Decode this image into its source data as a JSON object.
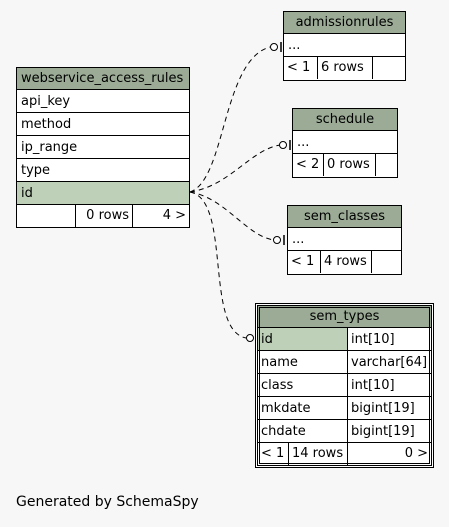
{
  "diagram": {
    "footer": "Generated by SchemaSpy",
    "tables": {
      "webservice_access_rules": {
        "name": "webservice_access_rules",
        "columns": [
          "api_key",
          "method",
          "ip_range",
          "type",
          "id"
        ],
        "stats": {
          "left": "",
          "rows": "0 rows",
          "right": "4 >"
        }
      },
      "admissionrules": {
        "name": "admissionrules",
        "ellipsis": "...",
        "stats": {
          "left": "< 1",
          "rows": "6 rows",
          "right": ""
        }
      },
      "schedule": {
        "name": "schedule",
        "ellipsis": "...",
        "stats": {
          "left": "< 2",
          "rows": "0 rows",
          "right": ""
        }
      },
      "sem_classes": {
        "name": "sem_classes",
        "ellipsis": "...",
        "stats": {
          "left": "< 1",
          "rows": "4 rows",
          "right": ""
        }
      },
      "sem_types": {
        "name": "sem_types",
        "columns": [
          {
            "name": "id",
            "type": "int[10]"
          },
          {
            "name": "name",
            "type": "varchar[64]"
          },
          {
            "name": "class",
            "type": "int[10]"
          },
          {
            "name": "mkdate",
            "type": "bigint[19]"
          },
          {
            "name": "chdate",
            "type": "bigint[19]"
          }
        ],
        "stats": {
          "left": "< 1",
          "rows": "14 rows",
          "right": "0 >"
        }
      }
    }
  }
}
